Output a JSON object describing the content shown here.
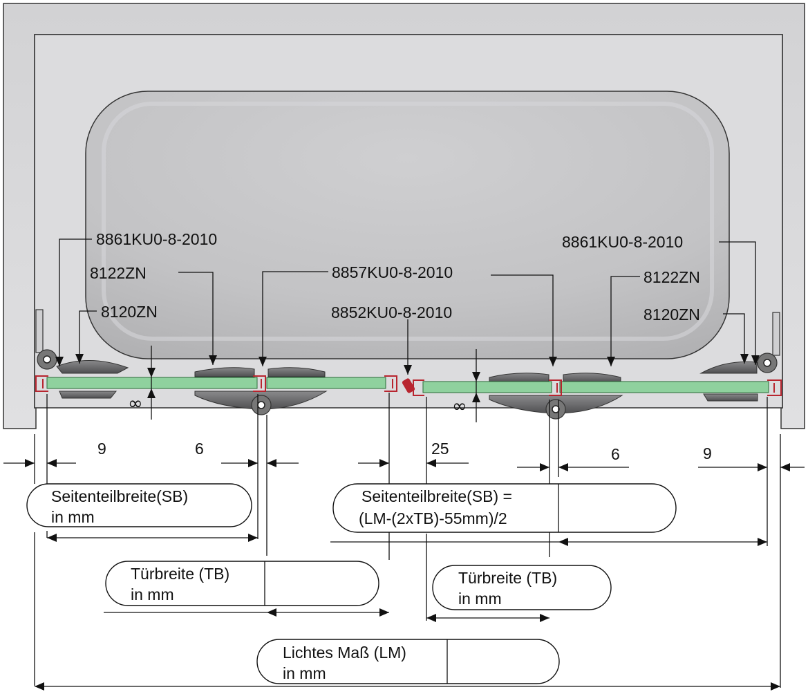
{
  "labels": {
    "left_profile": "8861KU0-8-2010",
    "left_hinge_upper": "8122ZN",
    "left_hinge_lower": "8120ZN",
    "center_profile": "8857KU0-8-2010",
    "center_seal": "8852KU0-8-2010",
    "right_profile": "8861KU0-8-2010",
    "right_hinge_upper": "8122ZN",
    "right_hinge_lower": "8120ZN"
  },
  "dimensions": {
    "left_gap": "9",
    "left_door_gap": "6",
    "center_gap": "25",
    "right_door_gap": "6",
    "right_gap": "9",
    "infinity_left": "∞",
    "infinity_right": "∞"
  },
  "fields": {
    "side_width_left": {
      "line1": "Seitenteilbreite(SB)",
      "line2": "in mm"
    },
    "side_width_right": {
      "line1": "Seitenteilbreite(SB) =",
      "line2": "(LM-(2xTB)-55mm)/2",
      "value": ""
    },
    "door_width_left": {
      "line1": "Türbreite (TB)",
      "line2": "in mm",
      "value": ""
    },
    "door_width_right": {
      "line1": "Türbreite (TB)",
      "line2": "in mm"
    },
    "clear_width": {
      "line1": "Lichtes Maß (LM)",
      "line2": "in mm",
      "value": ""
    }
  },
  "colors": {
    "glass": "#8fd19e",
    "profile": "#b8252f",
    "fitting": "#6a6a6a",
    "wall": "#d6d6d8",
    "tub": "#bcbcbe"
  }
}
